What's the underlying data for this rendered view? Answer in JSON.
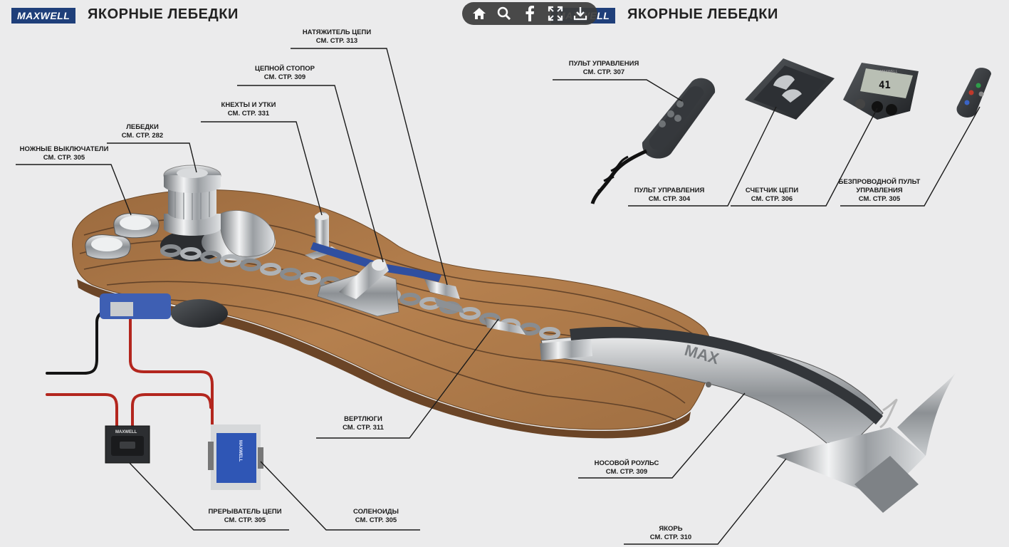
{
  "header_left": {
    "logo": "MAXWELL",
    "title": "ЯКОРНЫЕ ЛЕБЕДКИ"
  },
  "header_right": {
    "logo": "MAXWELL",
    "title": "ЯКОРНЫЕ ЛЕБЕДКИ"
  },
  "toolbar": {
    "buttons": [
      "home-icon",
      "search-icon",
      "facebook-icon",
      "fullscreen-icon",
      "download-icon"
    ]
  },
  "display_reading": "41",
  "device_labels": {
    "remote_brand": "",
    "counter_brand": "MAXWELL",
    "breaker_brand": "MAXWELL",
    "solenoid_brand": "MAXWELL"
  },
  "callouts": {
    "tensioner": {
      "name": "НАТЯЖИТЕЛЬ ЦЕПИ",
      "page": "СМ. СТР. 313"
    },
    "stopper": {
      "name": "ЦЕПНОЙ СТОПОР",
      "page": "СМ. СТР. 309"
    },
    "cleats": {
      "name": "КНЕХТЫ И УТКИ",
      "page": "СМ. СТР. 331"
    },
    "winches": {
      "name": "ЛЕБЕДКИ",
      "page": "СМ. СТР. 282"
    },
    "foot_switches": {
      "name": "НОЖНЫЕ ВЫКЛЮЧАТЕЛИ",
      "page": "СМ. СТР. 305"
    },
    "control_top": {
      "name": "ПУЛЬТ УПРАВЛЕНИЯ",
      "page": "СМ. СТР. 307"
    },
    "control_bottom": {
      "name": "ПУЛЬТ УПРАВЛЕНИЯ",
      "page": "СМ. СТР. 304"
    },
    "chain_counter": {
      "name": "СЧЕТЧИК ЦЕПИ",
      "page": "СМ. СТР. 306"
    },
    "wireless": {
      "name1": "БЕЗПРОВОДНОЙ ПУЛЬТ",
      "name2": "УПРАВЛЕНИЯ",
      "page": "СМ. СТР. 305"
    },
    "swivels": {
      "name": "ВЕРТЛЮГИ",
      "page": "СМ. СТР. 311"
    },
    "bow_roller": {
      "name": "НОСОВОЙ РОУЛЬС",
      "page": "СМ. СТР. 309"
    },
    "anchor": {
      "name": "ЯКОРЬ",
      "page": "СМ. СТР. 310"
    },
    "breaker": {
      "name": "ПРЕРЫВАТЕЛЬ ЦЕПИ",
      "page": "СМ. СТР. 305"
    },
    "solenoids": {
      "name": "СОЛЕНОИДЫ",
      "page": "СМ. СТР. 305"
    }
  }
}
